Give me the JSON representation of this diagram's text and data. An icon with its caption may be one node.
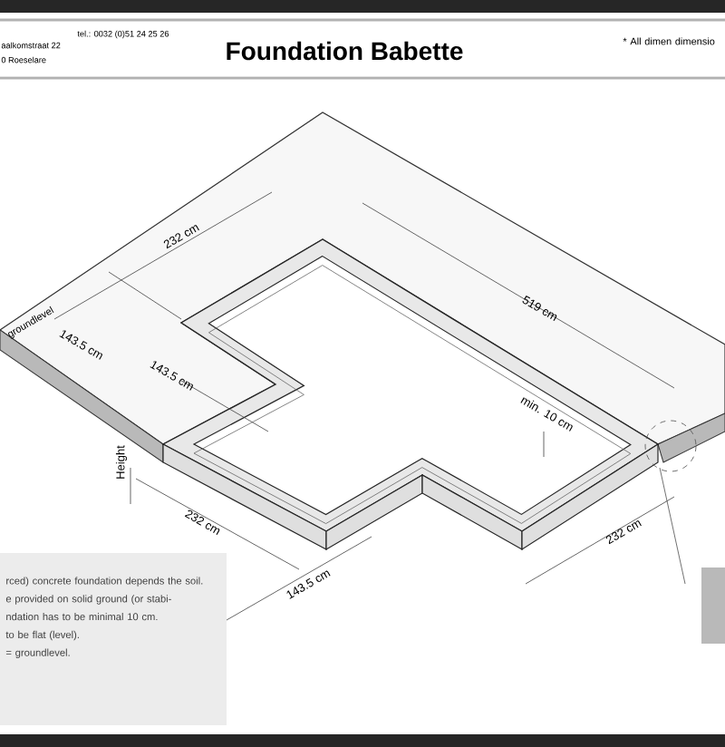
{
  "diagram": {
    "title": "Foundation Babette",
    "nodes": [
      {
        "text": [
          "rced) concrete foundation depends the soil.",
          "e provided on solid ground (or stabi-",
          "ndation has to be minimal 10 cm.",
          "to be flat (level).",
          "= groundlevel."
        ]
      }
    ],
    "labels": [
      "aalkomstraat 22",
      "0 Roeselare",
      "tel.: 0032 (0)51 24 25 26",
      "* All dimen dimensio",
      "232 cm",
      "groundlevel",
      "143.5 cm",
      "143.5 cm",
      "519 cm",
      "Height",
      "min. 10 cm",
      "232 cm",
      "232 cm",
      "143.5 cm"
    ]
  }
}
